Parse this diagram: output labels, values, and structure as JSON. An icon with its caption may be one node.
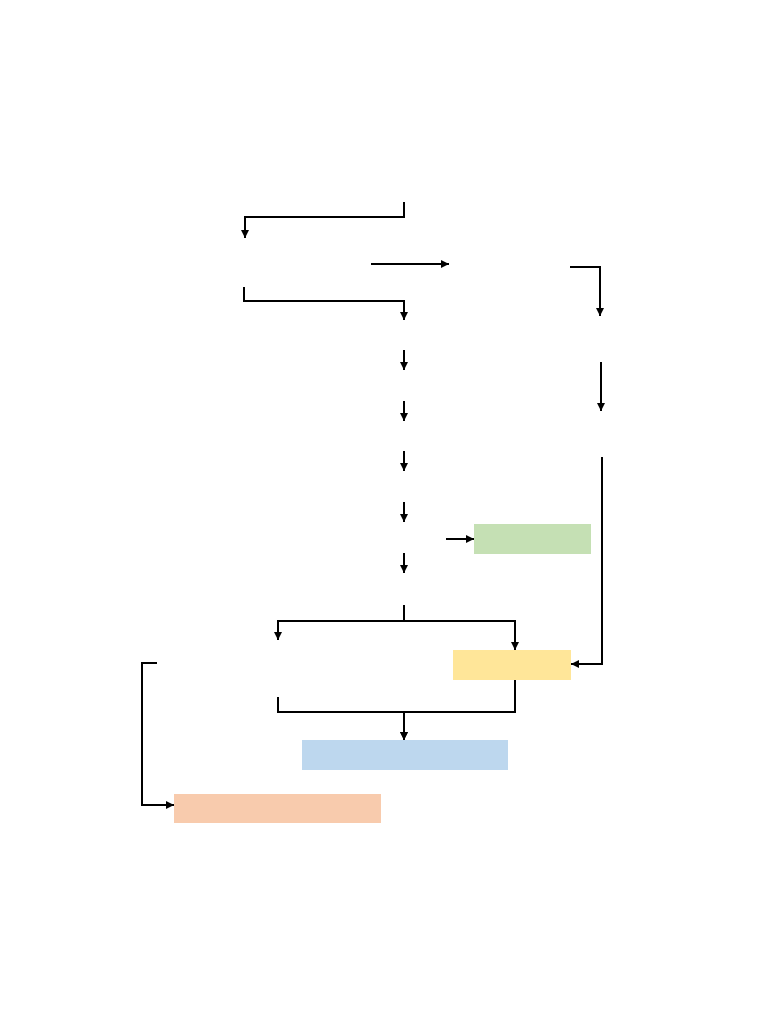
{
  "diagram": {
    "nodes": [
      {
        "text": [],
        "shape": "box"
      },
      {
        "text": [],
        "shape": "box"
      },
      {
        "text": [],
        "shape": "box"
      },
      {
        "text": [],
        "shape": "box"
      }
    ],
    "edges": [
      {
        "from": null,
        "to": 0,
        "arrow": "to"
      },
      {
        "from": null,
        "to": 1,
        "arrow": "to"
      },
      {
        "from": null,
        "to": 1,
        "arrow": "to"
      },
      {
        "from": 1,
        "to": 2,
        "arrow": "to"
      },
      {
        "from": null,
        "to": 2,
        "arrow": "to"
      },
      {
        "from": null,
        "to": 3,
        "arrow": "to"
      }
    ]
  }
}
